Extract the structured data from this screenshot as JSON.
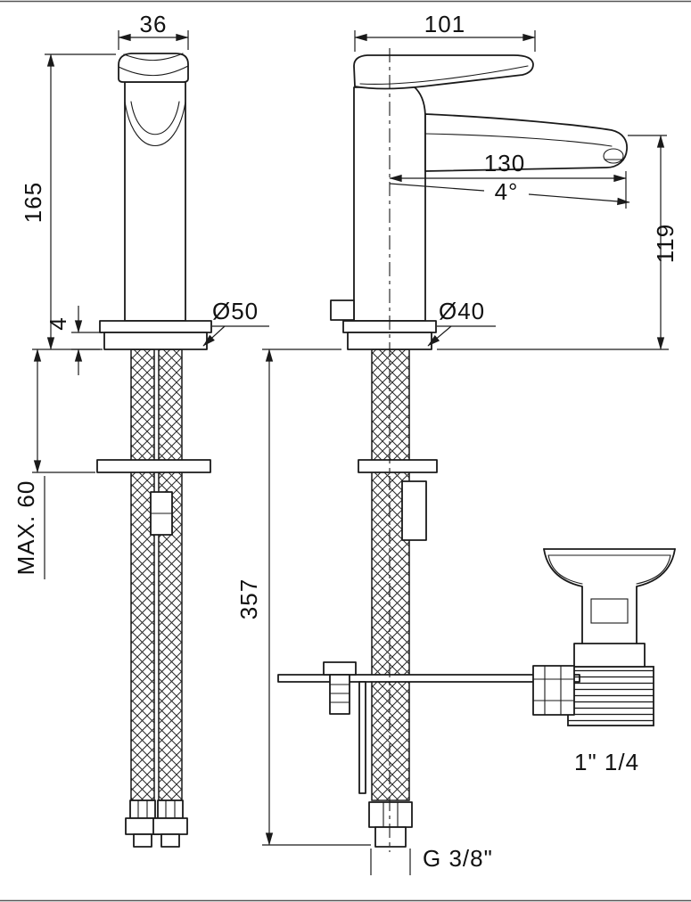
{
  "drawing": {
    "type": "technical-dimension-drawing",
    "subject": "single-lever basin mixer tap, side view and front view, with pop-up waste detail",
    "colors": {
      "line": "#1a1a1a",
      "background": "#ffffff"
    },
    "labels": {
      "handle_width": "36",
      "handle_length": "101",
      "body_height": "165",
      "spout_reach": "130",
      "spout_angle": "4°",
      "outlet_height": "119",
      "base_plate": "4",
      "base_diameter": "Ø50",
      "body_diameter": "Ø40",
      "max_counter": "MAX. 60",
      "hose_length": "357",
      "inlet_thread": "G 3/8\"",
      "waste_size": "1\" 1/4"
    }
  }
}
